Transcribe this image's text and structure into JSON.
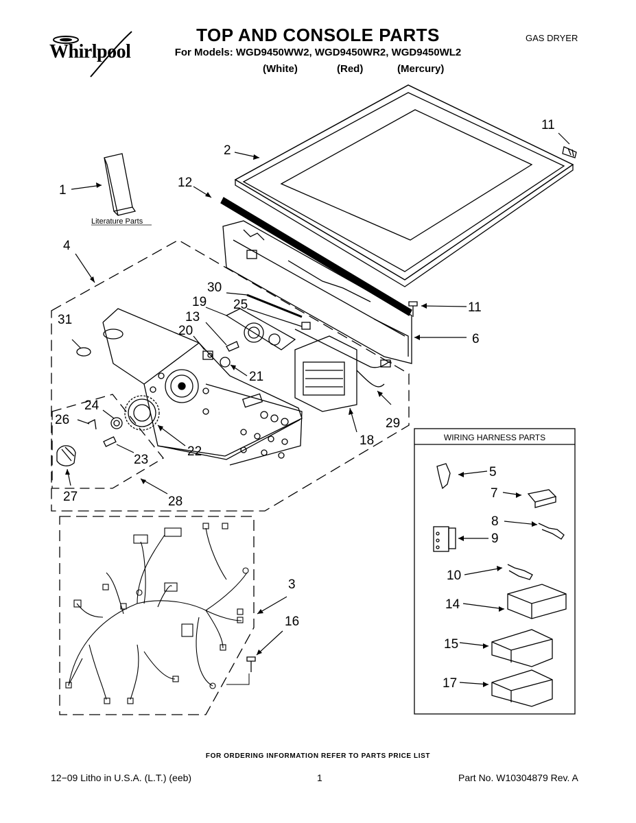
{
  "header": {
    "brand": "Whirlpool",
    "title": "TOP AND CONSOLE PARTS",
    "models": "For Models: WGD9450WW2, WGD9450WR2, WGD9450WL2",
    "color_white": "(White)",
    "color_red": "(Red)",
    "color_mercury": "(Mercury)",
    "product_type": "GAS DRYER"
  },
  "diagram": {
    "literature_label": "Literature Parts",
    "wiring_box_title": "WIRING HARNESS PARTS",
    "callouts": {
      "c1": "1",
      "c2": "2",
      "c3": "3",
      "c4": "4",
      "c5": "5",
      "c6": "6",
      "c7": "7",
      "c8": "8",
      "c9": "9",
      "c10": "10",
      "c11a": "11",
      "c11b": "11",
      "c12": "12",
      "c13": "13",
      "c14": "14",
      "c15": "15",
      "c16": "16",
      "c17": "17",
      "c18": "18",
      "c19": "19",
      "c20": "20",
      "c21": "21",
      "c22": "22",
      "c23": "23",
      "c24": "24",
      "c25": "25",
      "c26": "26",
      "c27": "27",
      "c28": "28",
      "c29": "29",
      "c30": "30",
      "c31": "31"
    }
  },
  "footer": {
    "ordering_note": "FOR ORDERING INFORMATION REFER TO PARTS PRICE LIST",
    "litho": "12−09 Litho in U.S.A. (L.T.) (eeb)",
    "page": "1",
    "part_no": "Part No. W10304879 Rev. A"
  }
}
